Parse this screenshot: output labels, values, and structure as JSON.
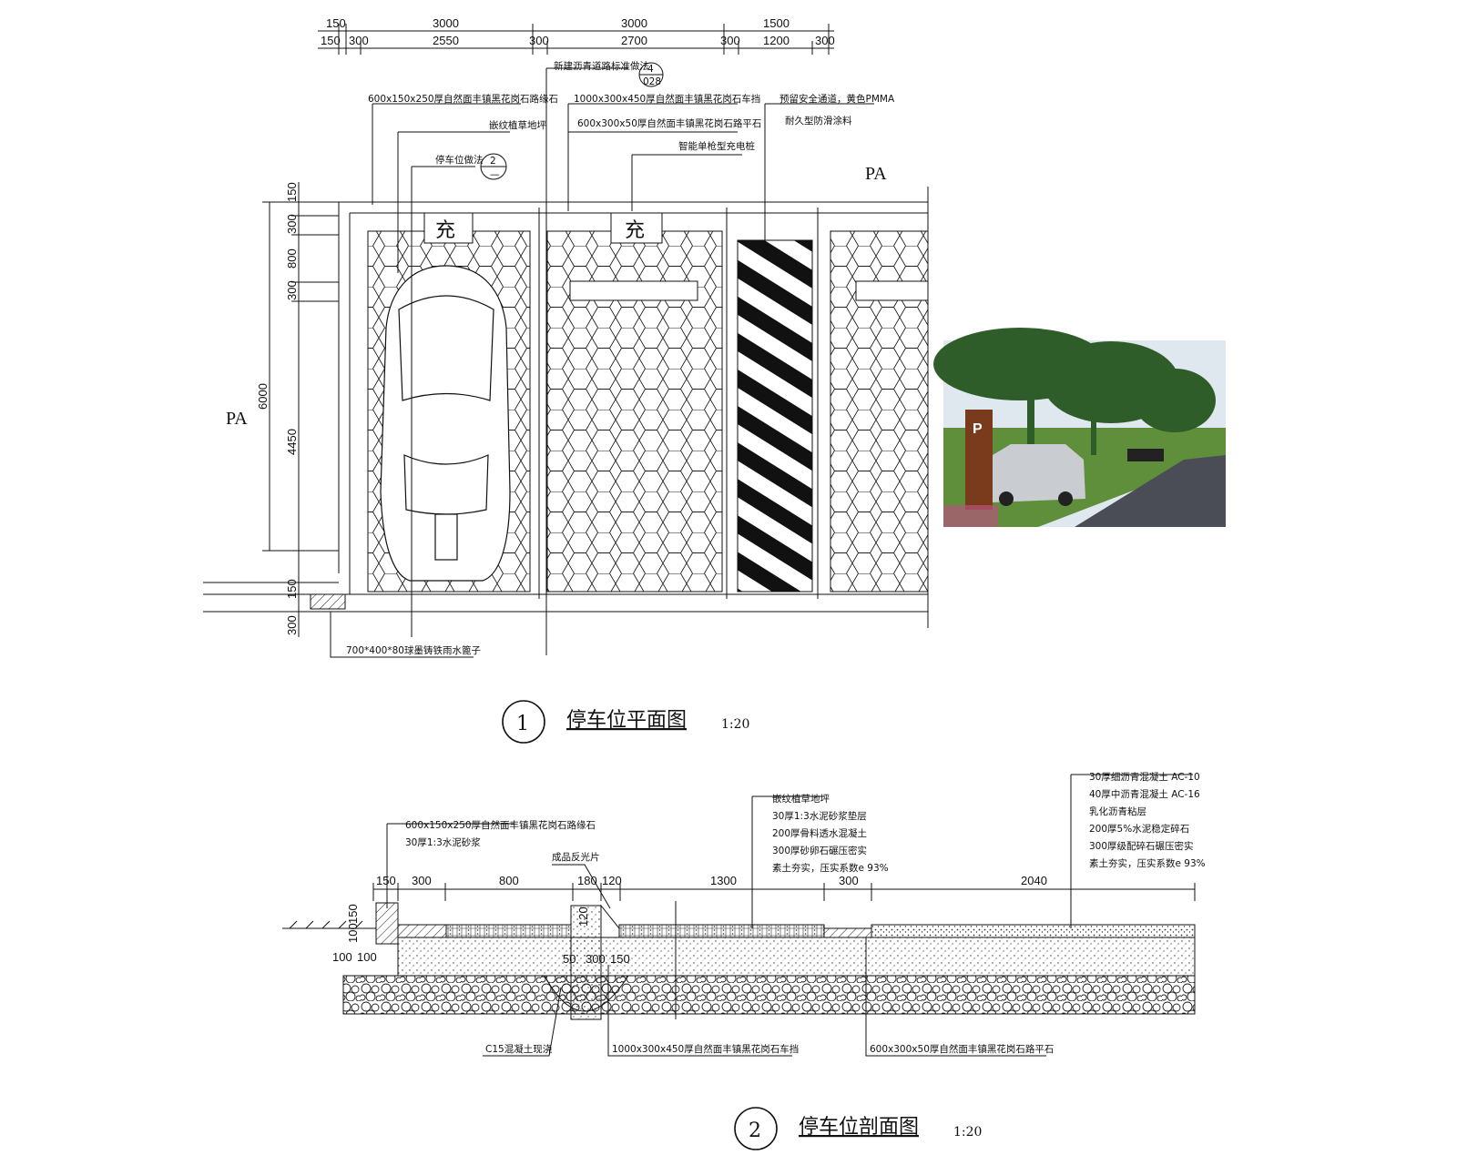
{
  "plan": {
    "top_dims_row1": [
      "150",
      "3000",
      "3000",
      "1500"
    ],
    "top_dims_row2": [
      "150",
      "300",
      "2550",
      "300",
      "2700",
      "300",
      "1200",
      "300"
    ],
    "left_dims": [
      "150",
      "300",
      "800",
      "300",
      "4450",
      "150",
      "300"
    ],
    "left_dim_total": "6000",
    "pa_left": "PA",
    "pa_right": "PA",
    "charge_mark": "充",
    "callouts": {
      "asphalt_ref": "新建沥青道路标准做法",
      "asphalt_ref_num": "4",
      "asphalt_ref_sheet": "028",
      "curb_stone": "600x150x250厚自然面丰镇黑花岗石路缘石",
      "grass_paver": "嵌纹植草地坪",
      "parking_ref": "停车位做法",
      "parking_ref_num": "2",
      "parking_ref_sheet": "—",
      "wheel_stop": "1000x300x450厚自然面丰镇黑花岗石车挡",
      "flat_stone": "600x300x50厚自然面丰镇黑花岗石路平石",
      "charger": "智能单枪型充电桩",
      "safety_lane": "预留安全通道，黄色PMMA",
      "safety_lane_2": "耐久型防滑涂料",
      "drain_cover": "700*400*80球墨铸铁雨水篦子"
    },
    "title_num": "1",
    "title": "停车位平面图",
    "scale": "1:20"
  },
  "section": {
    "dims": [
      "150",
      "300",
      "800",
      "180",
      "120",
      "1300",
      "300",
      "2040"
    ],
    "left_dims": [
      "150",
      "100",
      "100",
      "100"
    ],
    "inner_dims": [
      "120",
      "50",
      "300",
      "150"
    ],
    "callouts_left": [
      "600x150x250厚自然面丰镇黑花岗石路缘石",
      "30厚1:3水泥砂浆"
    ],
    "reflector": "成品反光片",
    "callouts_mid": [
      "嵌纹植草地坪",
      "30厚1:3水泥砂浆垫层",
      "200厚骨料透水混凝土",
      "300厚砂卵石碾压密实",
      "素土夯实，压实系数e 93%"
    ],
    "callouts_right": [
      "30厚细沥青混凝土 AC-10",
      "40厚中沥青混凝土 AC-16",
      "乳化沥青粘层",
      "200厚5%水泥稳定碎石",
      "300厚级配碎石碾压密实",
      "素土夯实，压实系数e 93%"
    ],
    "concrete": "C15混凝土现浇",
    "wheel_stop": "1000x300x450厚自然面丰镇黑花岗石车挡",
    "flat_stone": "600x300x50厚自然面丰镇黑花岗石路平石",
    "title_num": "2",
    "title": "停车位剖面图",
    "scale": "1:20"
  },
  "photo": {
    "sign_letter": "P",
    "colors": {
      "sky": "#dfe8ef",
      "tree": "#2f5d2a",
      "grass": "#5f8f3a",
      "road": "#4a4d55",
      "sign": "#7a3a1c",
      "car": "#c9ccd1"
    }
  }
}
